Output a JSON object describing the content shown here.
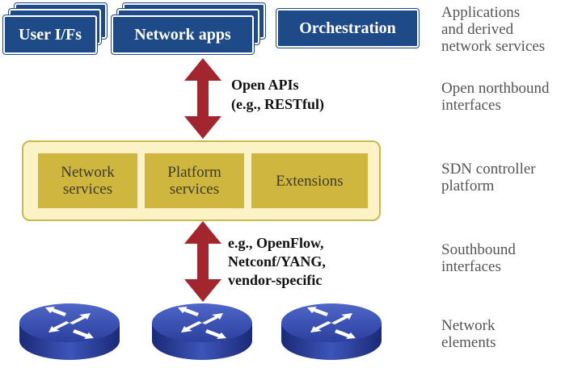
{
  "top_boxes": {
    "user_ifs": "User I/Fs",
    "network_apps": "Network apps",
    "orchestration": "Orchestration"
  },
  "northbound": {
    "line1": "Open APIs",
    "line2": "(e.g., RESTful)"
  },
  "controller": {
    "network_services": [
      "Network",
      "services"
    ],
    "platform_services": [
      "Platform",
      "services"
    ],
    "extensions": "Extensions"
  },
  "southbound": {
    "line1": "e.g., OpenFlow,",
    "line2": "Netconf/YANG,",
    "line3": "vendor-specific"
  },
  "layers": {
    "applications": [
      "Applications",
      "and derived",
      "network services"
    ],
    "northbound": [
      "Open northbound",
      "interfaces"
    ],
    "controller": [
      "SDN controller",
      "platform"
    ],
    "southbound": [
      "Southbound",
      "interfaces"
    ],
    "elements": [
      "Network",
      "elements"
    ]
  },
  "colors": {
    "app_box": "#1e4a88",
    "arrow": "#a3262f",
    "controller_bg": "#fbf2c6",
    "service_box": "#cfb63e",
    "router": "#2b3f9e"
  }
}
